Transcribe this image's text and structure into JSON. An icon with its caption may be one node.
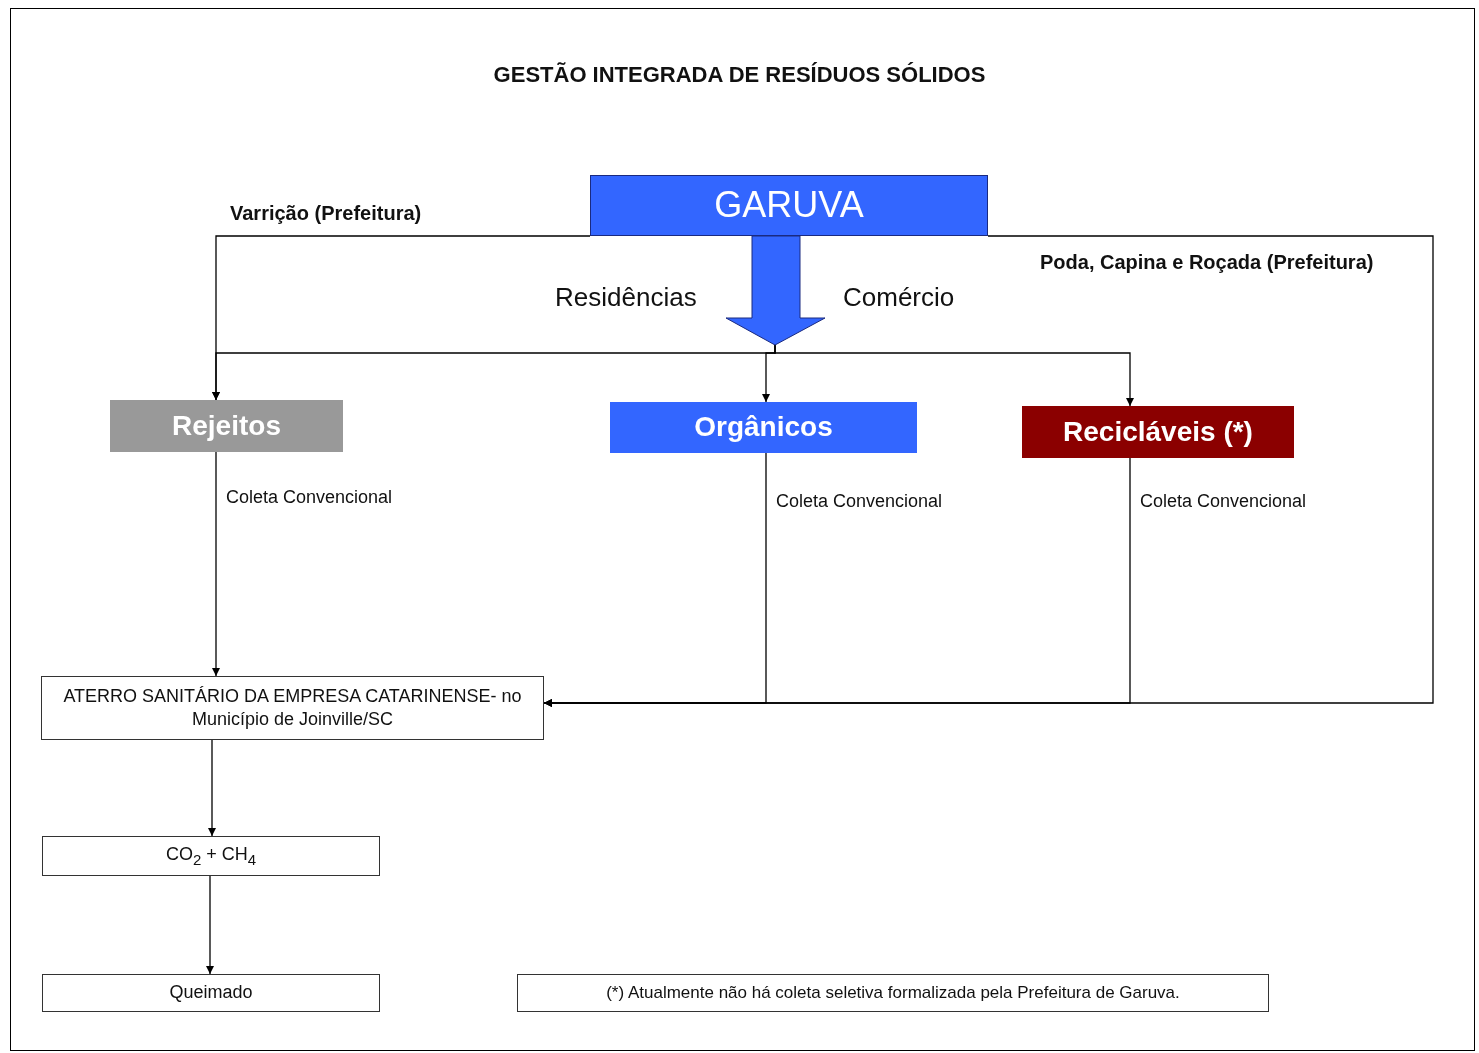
{
  "diagram": {
    "title": "GESTÃO INTEGRADA DE RESÍDUOS SÓLIDOS",
    "nodes": [
      {
        "text": [
          "GARUVA"
        ]
      },
      {
        "text": [
          "Rejeitos"
        ]
      },
      {
        "text": [
          "Orgânicos"
        ]
      },
      {
        "text": [
          "Recicláveis (*)"
        ]
      },
      {
        "text": [
          "ATERRO SANITÁRIO DA EMPRESA CATARINENSE- no Município de Joinville/SC"
        ]
      },
      {
        "text": [
          "CO$_{2}$ + CH$_{4}$"
        ]
      },
      {
        "text": [
          "Queimado"
        ]
      },
      {
        "text": [
          "(*) Atualmente não há coleta seletiva formalizada pela Prefeitura de Garuva."
        ]
      }
    ],
    "edges": [
      {
        "from": 0,
        "to": 1,
        "arrow": "to",
        "label": "Varrição (Prefeitura)"
      },
      {
        "from": 0,
        "to": 1,
        "arrow": "to"
      },
      {
        "from": 0,
        "to": 2,
        "arrow": "to"
      },
      {
        "from": 0,
        "to": 3,
        "arrow": "to"
      },
      {
        "from": 0,
        "to": 4,
        "arrow": "to",
        "label": "Poda, Capina e Roçada (Prefeitura)"
      },
      {
        "from": 1,
        "to": 4,
        "arrow": "to",
        "label": "Coleta Convencional"
      },
      {
        "from": 2,
        "to": 4,
        "arrow": "to",
        "label": "Coleta Convencional"
      },
      {
        "from": 3,
        "to": 4,
        "arrow": "to",
        "label": "Coleta Convencional"
      },
      {
        "from": 4,
        "to": 5,
        "arrow": "to"
      },
      {
        "from": 5,
        "to": 6,
        "arrow": "to"
      }
    ],
    "labels": [
      "Residências",
      "Comércio"
    ]
  }
}
